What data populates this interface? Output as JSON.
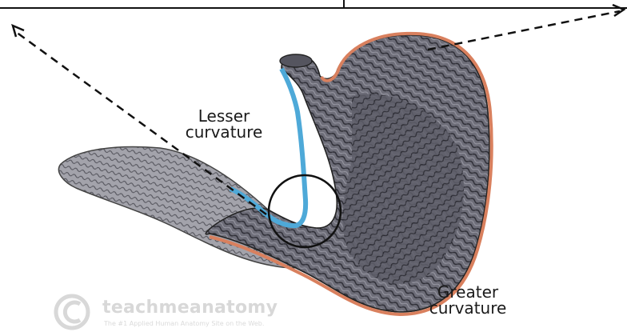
{
  "labels": {
    "lesser_line1": "Lesser",
    "lesser_line2": "curvature",
    "greater_line1": "Greater",
    "greater_line2": "curvature"
  },
  "watermark": {
    "brand": "teachmeanatomy",
    "tagline": "The #1 Applied Human Anatomy Site on the Web."
  },
  "colors": {
    "greater_curvature": "#d9805e",
    "lesser_curvature": "#4ea9d8",
    "stomach_tissue": "#5a5a66",
    "outline": "#111111"
  }
}
